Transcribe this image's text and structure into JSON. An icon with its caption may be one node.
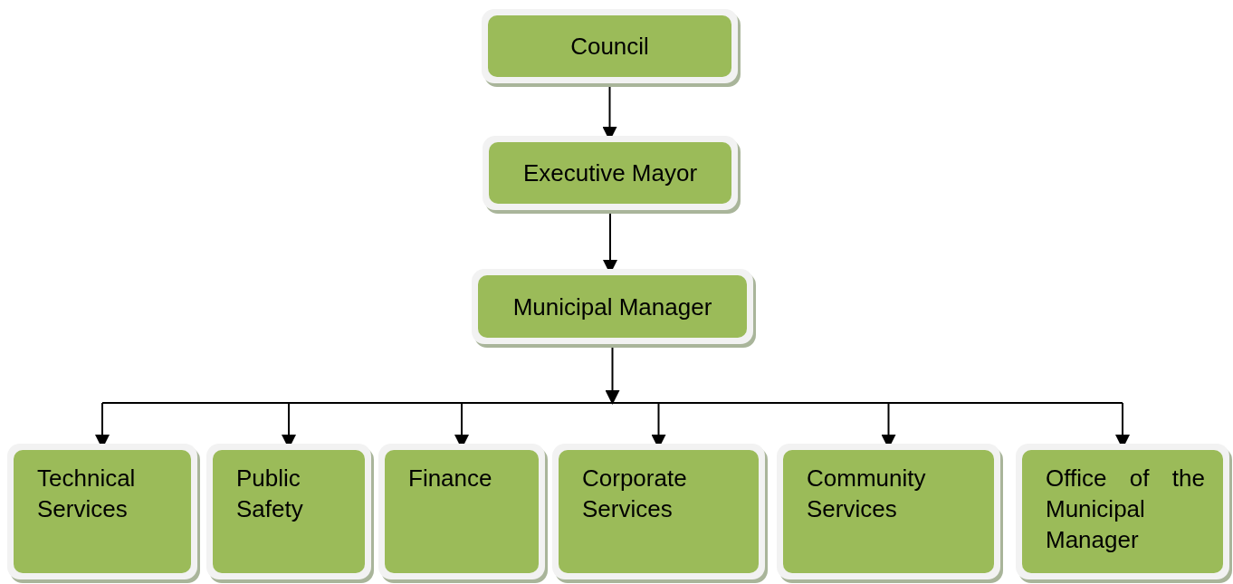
{
  "diagram": {
    "nodes": [
      {
        "text": [
          "Council"
        ]
      },
      {
        "text": [
          "Executive Mayor"
        ]
      },
      {
        "text": [
          "Municipal Manager"
        ]
      },
      {
        "text": [
          "Technical Services"
        ]
      },
      {
        "text": [
          "Public Safety"
        ]
      },
      {
        "text": [
          "Finance"
        ]
      },
      {
        "text": [
          "Corporate Services"
        ]
      },
      {
        "text": [
          "Community Services"
        ]
      },
      {
        "text": [
          "Office of the Municipal Manager"
        ]
      }
    ],
    "edges": [
      {
        "from": 0,
        "to": 1,
        "arrow": "to"
      },
      {
        "from": 1,
        "to": 2,
        "arrow": "to"
      },
      {
        "from": 2,
        "to": 3,
        "arrow": "to"
      },
      {
        "from": 2,
        "to": 4,
        "arrow": "to"
      },
      {
        "from": 2,
        "to": 5,
        "arrow": "to"
      },
      {
        "from": 2,
        "to": 6,
        "arrow": "to"
      },
      {
        "from": 2,
        "to": 7,
        "arrow": "to"
      },
      {
        "from": 2,
        "to": 8,
        "arrow": "to"
      }
    ]
  }
}
